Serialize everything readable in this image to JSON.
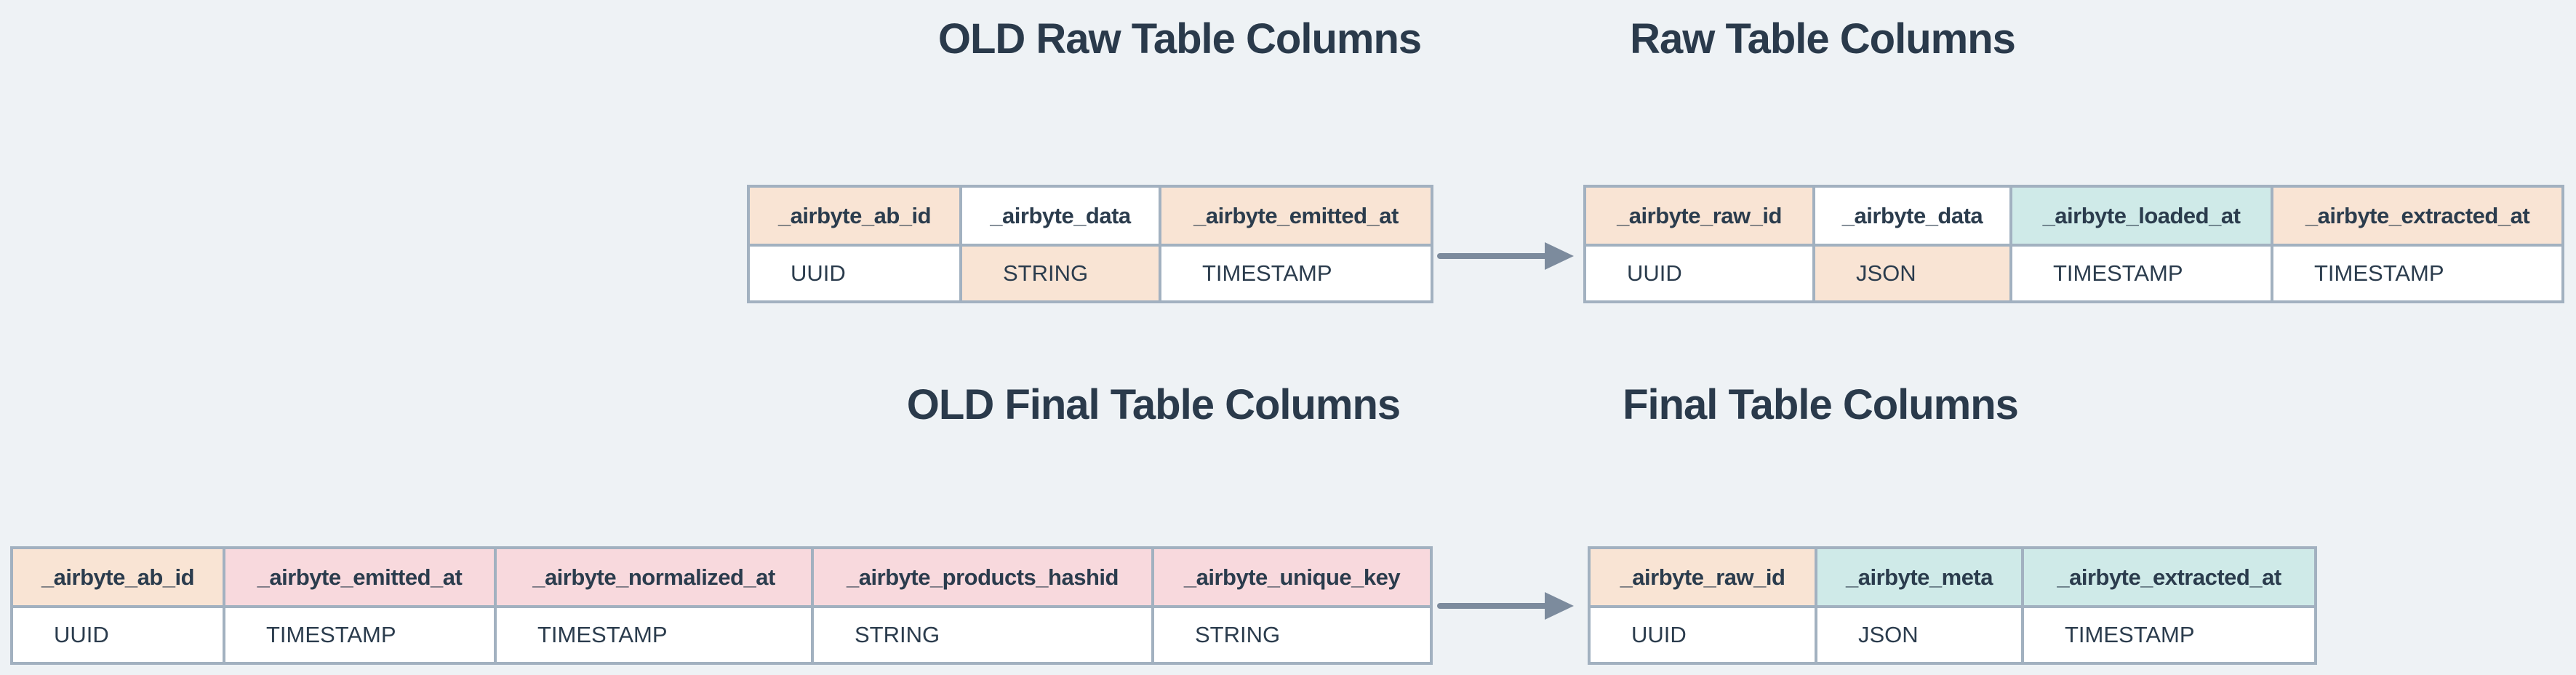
{
  "palette": {
    "background": "#eef2f5",
    "border": "#a2b1c0",
    "heading_text": "#2a3a4b",
    "cell_text": "#2b3c4d",
    "arrow": "#7c8b9d",
    "changed_column": "#f9e4d4",
    "removed_column": "#f8d9dd",
    "new_column": "#cfeae8",
    "unchanged_column": "#ffffff"
  },
  "icons": {
    "arrow_1": "right-arrow-icon",
    "arrow_2": "right-arrow-icon"
  },
  "sections": {
    "old_raw": {
      "title": "OLD Raw Table Columns",
      "table": {
        "columns": [
          {
            "name": "_airbyte_ab_id",
            "name_bg": "peach",
            "type": "UUID",
            "type_bg": "white"
          },
          {
            "name": "_airbyte_data",
            "name_bg": "white",
            "type": "STRING",
            "type_bg": "peach"
          },
          {
            "name": "_airbyte_emitted_at",
            "name_bg": "peach",
            "type": "TIMESTAMP",
            "type_bg": "white"
          }
        ]
      }
    },
    "raw": {
      "title": "Raw Table Columns",
      "table": {
        "columns": [
          {
            "name": "_airbyte_raw_id",
            "name_bg": "peach",
            "type": "UUID",
            "type_bg": "white"
          },
          {
            "name": "_airbyte_data",
            "name_bg": "white",
            "type": "JSON",
            "type_bg": "peach"
          },
          {
            "name": "_airbyte_loaded_at",
            "name_bg": "teal",
            "type": "TIMESTAMP",
            "type_bg": "white"
          },
          {
            "name": "_airbyte_extracted_at",
            "name_bg": "peach",
            "type": "TIMESTAMP",
            "type_bg": "white"
          }
        ]
      }
    },
    "old_final": {
      "title": "OLD Final Table Columns",
      "table": {
        "columns": [
          {
            "name": "_airbyte_ab_id",
            "name_bg": "peach",
            "type": "UUID",
            "type_bg": "white"
          },
          {
            "name": "_airbyte_emitted_at",
            "name_bg": "pink",
            "type": "TIMESTAMP",
            "type_bg": "white"
          },
          {
            "name": "_airbyte_normalized_at",
            "name_bg": "pink",
            "type": "TIMESTAMP",
            "type_bg": "white"
          },
          {
            "name": "_airbyte_products_hashid",
            "name_bg": "pink",
            "type": "STRING",
            "type_bg": "white"
          },
          {
            "name": "_airbyte_unique_key",
            "name_bg": "pink",
            "type": "STRING",
            "type_bg": "white"
          }
        ]
      }
    },
    "final": {
      "title": "Final Table Columns",
      "table": {
        "columns": [
          {
            "name": "_airbyte_raw_id",
            "name_bg": "peach",
            "type": "UUID",
            "type_bg": "white"
          },
          {
            "name": "_airbyte_meta",
            "name_bg": "teal",
            "type": "JSON",
            "type_bg": "white"
          },
          {
            "name": "_airbyte_extracted_at",
            "name_bg": "teal",
            "type": "TIMESTAMP",
            "type_bg": "white"
          }
        ]
      }
    }
  }
}
